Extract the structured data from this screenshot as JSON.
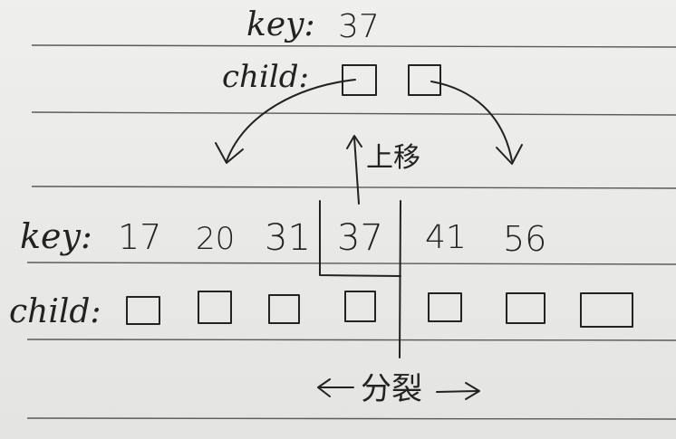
{
  "top_node": {
    "key_label": "key:",
    "key_value": "37",
    "child_label": "child:"
  },
  "up_move_label": "上移",
  "bottom_node": {
    "key_label": "key:",
    "keys": [
      "17",
      "20",
      "31",
      "37",
      "41",
      "56"
    ],
    "child_label": "child:"
  },
  "split_label": "分裂",
  "colors": {
    "ink": "#222222",
    "rule_line": "#555555",
    "paper": "#e9e9e7"
  }
}
